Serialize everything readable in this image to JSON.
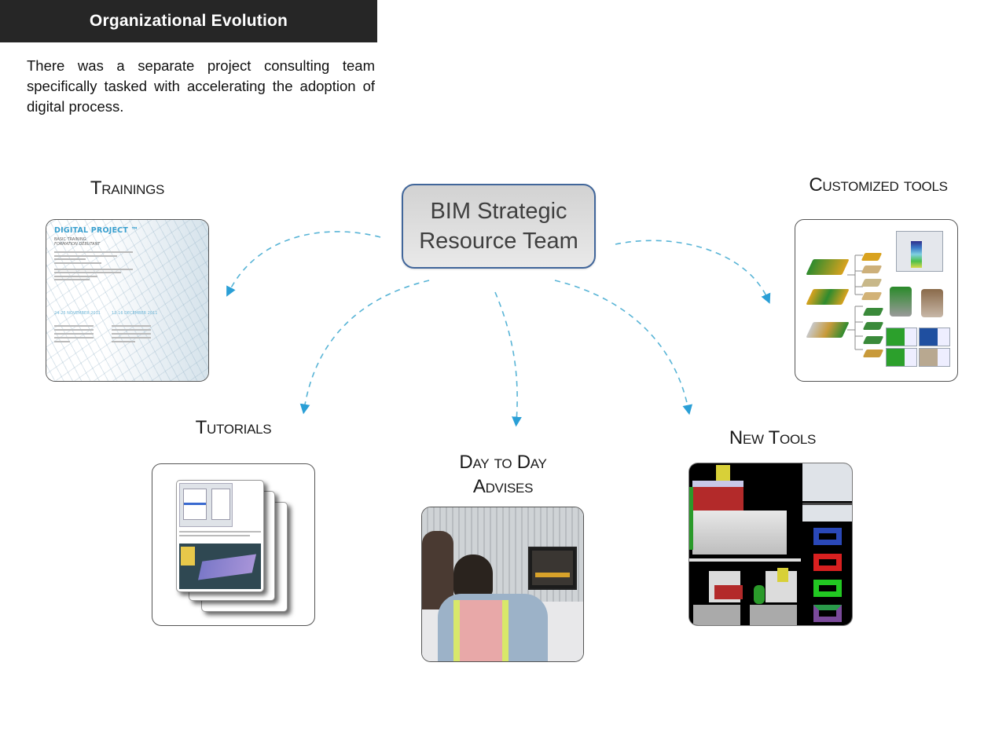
{
  "header": {
    "title": "Organizational Evolution"
  },
  "intro": {
    "text": "There was a separate project consulting team specifically tasked with accelerating the adoption of digital process."
  },
  "center_node": {
    "line1": "BIM Strategic",
    "line2": "Resource Team"
  },
  "branches": [
    {
      "id": "trainings",
      "label": "Trainings"
    },
    {
      "id": "customized-tools",
      "label": "Customized tools"
    },
    {
      "id": "tutorials",
      "label": "Tutorials"
    },
    {
      "id": "day-to-day",
      "label_line1": "Day to Day",
      "label_line2": "Advises"
    },
    {
      "id": "new-tools",
      "label": "New Tools"
    }
  ],
  "trainings_flyer": {
    "title": "DIGITAL PROJECT ™",
    "subtitle_1": "BASIC TRAINING",
    "subtitle_2": "FORMATION DÉBUTANT",
    "date_1": "24-25 NOVEMBER 2011",
    "date_2": "12-16 DECEMBER 2011"
  },
  "colors": {
    "header_bg": "#262626",
    "center_border": "#41669a",
    "arrow": "#3aa3cf"
  }
}
